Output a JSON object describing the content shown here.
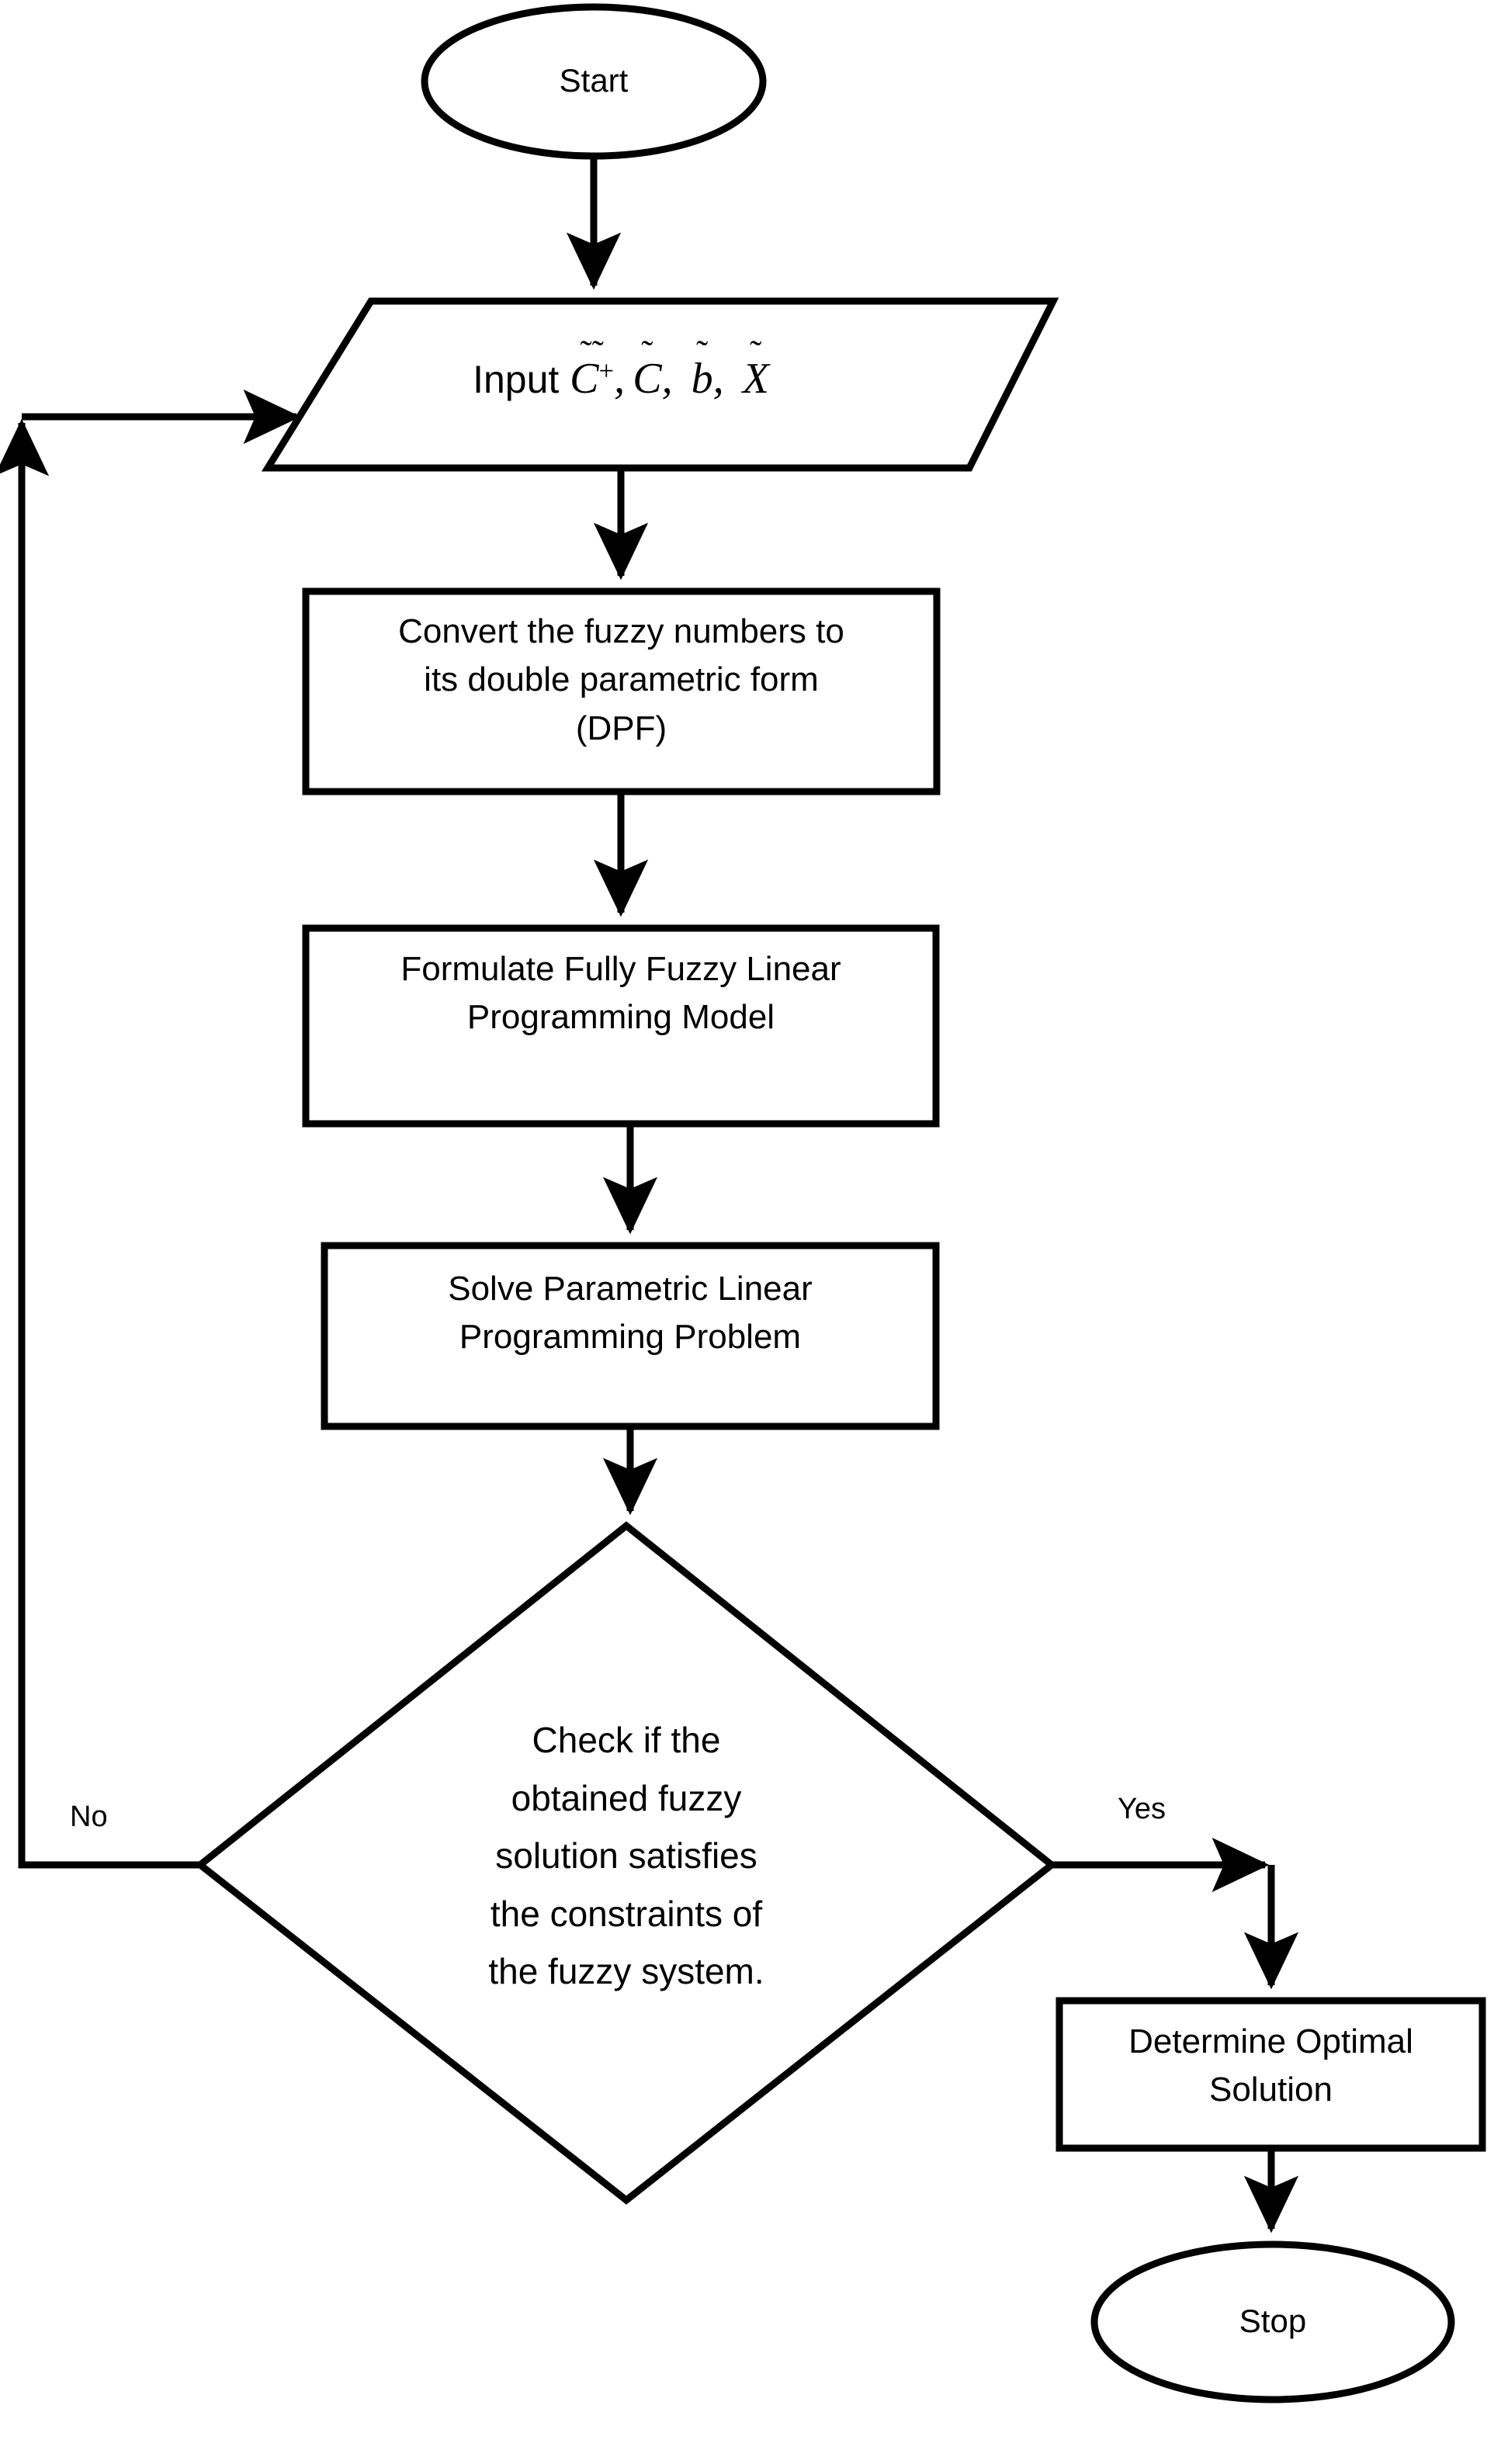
{
  "diagram": {
    "type": "flowchart",
    "title": "Fully Fuzzy Linear Programming Solution Procedure",
    "background_color": "#ffffff",
    "stroke_color": "#000000",
    "text_color": "#000000"
  },
  "nodes": {
    "start": {
      "shape": "ellipse",
      "label": "Start"
    },
    "input": {
      "shape": "parallelogram",
      "label_prefix": "Input ",
      "math_symbols": [
        {
          "base": "C",
          "accent": "tilde",
          "superscript": "+"
        },
        {
          "base": "C",
          "accent": "tilde",
          "superscript": ""
        },
        {
          "base": "b",
          "accent": "tilde",
          "superscript": ""
        },
        {
          "base": "X",
          "accent": "tilde",
          "superscript": ""
        }
      ],
      "label_plain": "Input C̃⁺, C̃, b̃, X̃"
    },
    "convert": {
      "shape": "rectangle",
      "label": "Convert the fuzzy numbers to\nits double parametric form\n(DPF)"
    },
    "formulate": {
      "shape": "rectangle",
      "label": "Formulate Fully Fuzzy Linear\nProgramming Model"
    },
    "solve": {
      "shape": "rectangle",
      "label": "Solve Parametric Linear\nProgramming Problem"
    },
    "check": {
      "shape": "diamond",
      "label": "Check if the\nobtained fuzzy\nsolution satisfies\nthe constraints of\nthe fuzzy system."
    },
    "determine": {
      "shape": "rectangle",
      "label": "Determine Optimal\nSolution"
    },
    "stop": {
      "shape": "ellipse",
      "label": "Stop"
    }
  },
  "edges": {
    "start_to_input": {
      "label": ""
    },
    "input_to_convert": {
      "label": ""
    },
    "convert_to_formulate": {
      "label": ""
    },
    "formulate_to_solve": {
      "label": ""
    },
    "solve_to_check": {
      "label": ""
    },
    "check_no": {
      "label": "No"
    },
    "check_yes": {
      "label": "Yes"
    },
    "determine_to_stop": {
      "label": ""
    }
  }
}
